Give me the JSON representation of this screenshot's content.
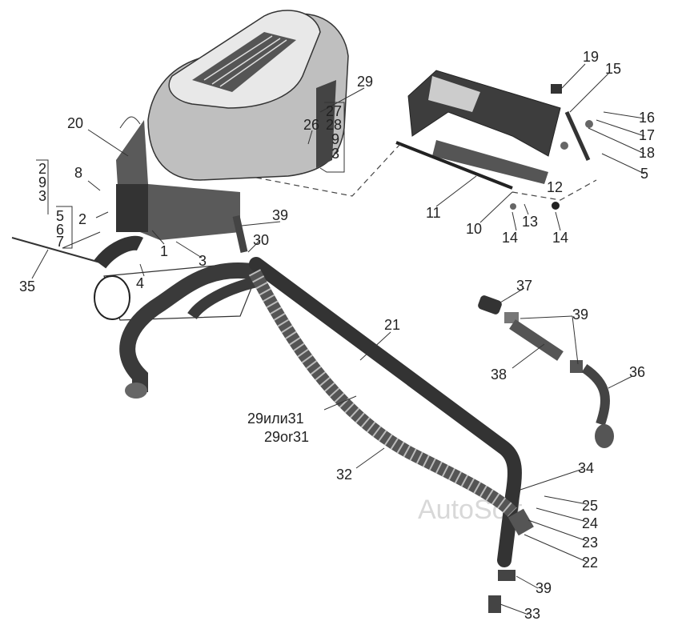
{
  "watermark": "AutoSoft",
  "labels": {
    "l19": "19",
    "l15": "15",
    "l29": "29",
    "l27": "27",
    "l28": "28",
    "l9a": "9",
    "l3a": "3",
    "l26": "26",
    "l20": "20",
    "l16": "16",
    "l17": "17",
    "l18": "18",
    "l5a": "5",
    "l12": "12",
    "l11": "11",
    "l13": "13",
    "l10": "10",
    "l14a": "14",
    "l14b": "14",
    "l2a": "2",
    "l9b": "9",
    "l3b": "3",
    "l8": "8",
    "l5b": "5",
    "l6": "6",
    "l7": "7",
    "l2b": "2",
    "l1": "1",
    "l3c": "3",
    "l4": "4",
    "l35": "35",
    "l39a": "39",
    "l30": "30",
    "l37": "37",
    "l39b": "39",
    "l38": "38",
    "l36": "36",
    "l21": "21",
    "l29or31ru": "29или31",
    "l29or31en": "29or31",
    "l32": "32",
    "l34": "34",
    "l25": "25",
    "l24": "24",
    "l23": "23",
    "l22": "22",
    "l39c": "39",
    "l33": "33"
  }
}
